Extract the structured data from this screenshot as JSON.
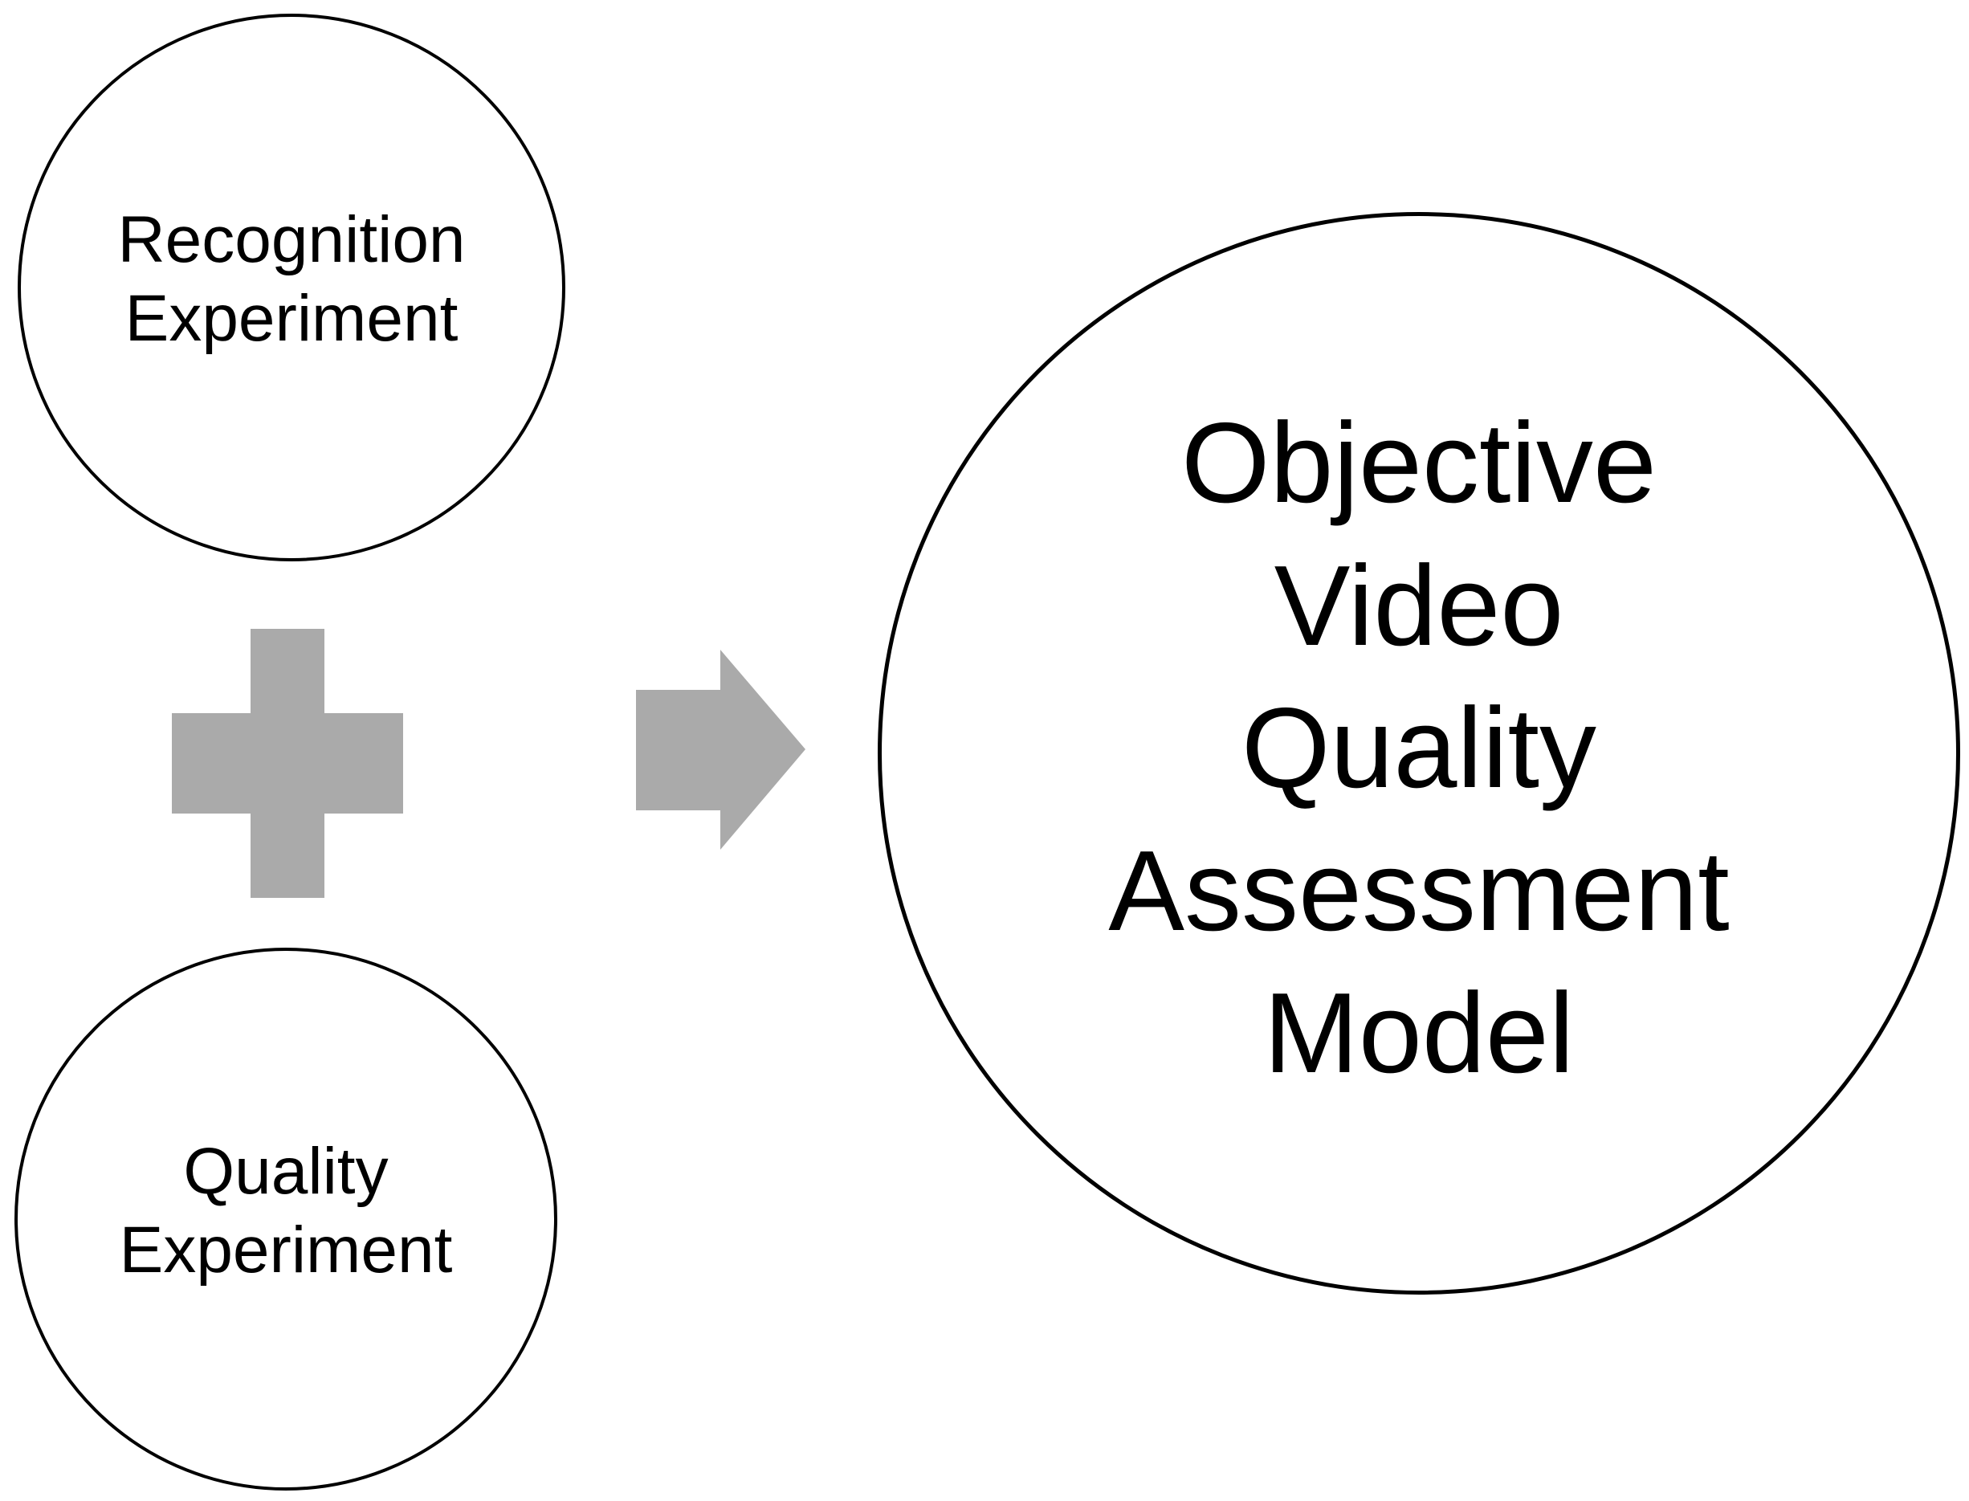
{
  "diagram": {
    "title": "Objective video quality assessment model diagram",
    "colors": {
      "background": "#ffffff",
      "shape_gray": "#AAAAAA",
      "outline": "#000000",
      "text": "#000000"
    },
    "recognition_circle": {
      "label_lines": [
        "Recognition",
        "Experiment"
      ]
    },
    "quality_circle": {
      "label_lines": [
        "Quality",
        "Experiment"
      ]
    },
    "model_circle": {
      "label_lines": [
        "Objective",
        "Video",
        "Quality",
        "Assessment",
        "Model"
      ]
    },
    "operators": {
      "plus_icon": "plus",
      "arrow_icon": "arrow-right"
    }
  }
}
